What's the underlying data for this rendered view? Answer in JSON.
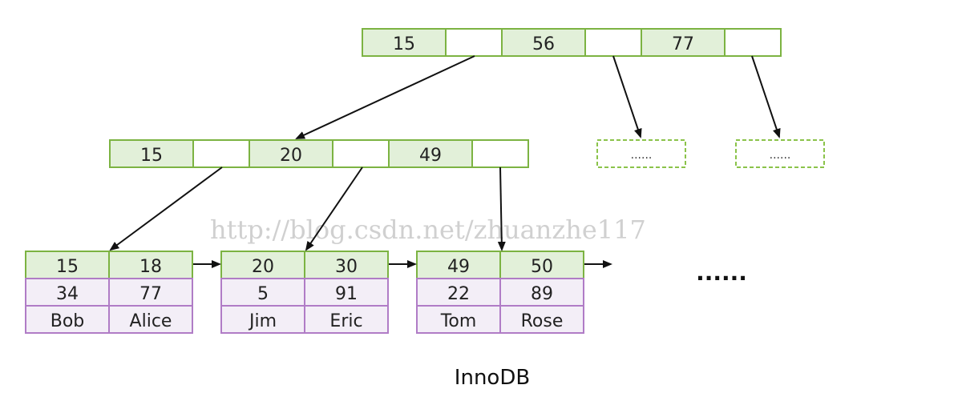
{
  "watermark": "http://blog.csdn.net/zhuanzhe117",
  "caption": "InnoDB",
  "ellipsis_small": "......",
  "ellipsis_big": "......",
  "root_node": {
    "keys": [
      "15",
      "56",
      "77"
    ]
  },
  "internal_node": {
    "keys": [
      "15",
      "20",
      "49"
    ]
  },
  "leaf_nodes": [
    {
      "keys": [
        "15",
        "18"
      ],
      "values": [
        "34",
        "77"
      ],
      "names": [
        "Bob",
        "Alice"
      ]
    },
    {
      "keys": [
        "20",
        "30"
      ],
      "values": [
        "5",
        "91"
      ],
      "names": [
        "Jim",
        "Eric"
      ]
    },
    {
      "keys": [
        "49",
        "50"
      ],
      "values": [
        "22",
        "89"
      ],
      "names": [
        "Tom",
        "Rose"
      ]
    }
  ],
  "colors": {
    "key_fill": "#e2f0d9",
    "key_border": "#7cb342",
    "row_fill": "#f3eef7",
    "row_border": "#b07cc6"
  }
}
